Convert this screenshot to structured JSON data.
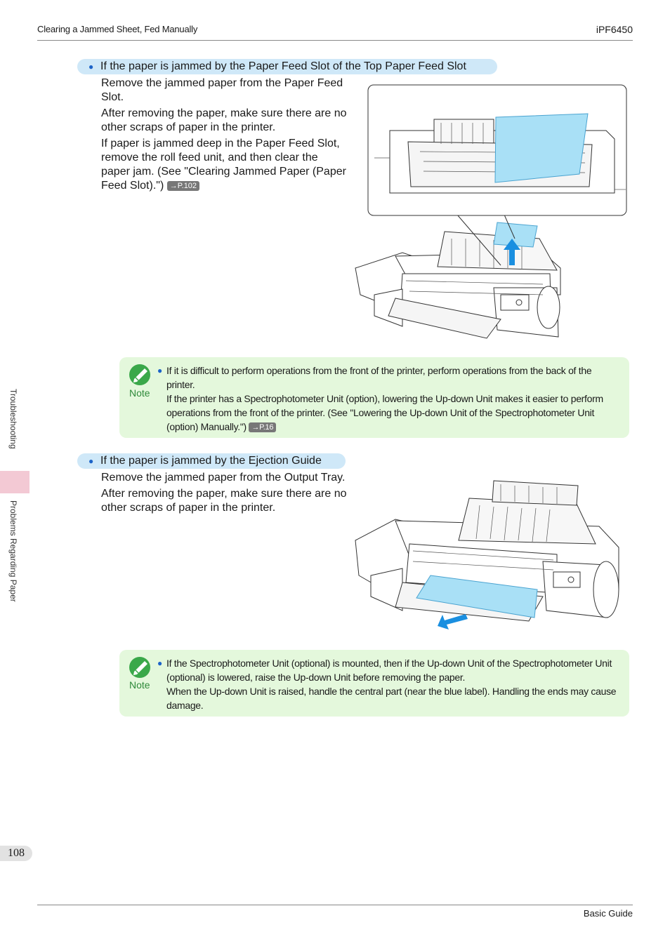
{
  "header": {
    "section_title": "Clearing a Jammed Sheet, Fed Manually",
    "model": "iPF6450"
  },
  "sidebar": {
    "chapter": "Troubleshooting",
    "section": "Problems Regarding Paper"
  },
  "section1": {
    "heading": "If the paper is jammed by the Paper Feed Slot of the Top Paper Feed Slot",
    "para1": "Remove the jammed paper from the Paper Feed Slot.",
    "para2": "After removing the paper, make sure there are no other scraps of paper in the printer.",
    "para3": "If paper is jammed deep in the Paper Feed Slot, remove the roll feed unit, and then clear the paper jam.  (See \"Clearing Jammed Paper (Paper Feed Slot).\")",
    "ref": "→P.102"
  },
  "note1": {
    "label": "Note",
    "line1": "If it is difficult to perform operations from the front of the printer, perform operations from the back of the printer.",
    "line2": "If the printer has a Spectrophotometer Unit (option), lowering the Up-down Unit makes it easier to perform operations from the front of the printer.  (See \"Lowering the Up-down Unit of the Spectrophotometer Unit (option) Manually.\")",
    "ref": "→P.16"
  },
  "section2": {
    "heading": "If the paper is jammed by the Ejection Guide",
    "para1": "Remove the jammed paper from the Output Tray.",
    "para2": "After removing the paper, make sure there are no other scraps of paper in the printer."
  },
  "note2": {
    "label": "Note",
    "line1": "If the Spectrophotometer Unit (optional) is mounted, then if the Up-down Unit of the Spectrophotometer Unit (optional) is lowered, raise the Up-down Unit before removing the paper.",
    "line2": "When the Up-down Unit is raised, handle the central part (near the blue label). Handling the ends may cause damage."
  },
  "footer": {
    "page_number": "108",
    "guide_name": "Basic Guide"
  },
  "colors": {
    "pill_bg": "#cfe8f8",
    "note_bg": "#e4f8dc",
    "bullet": "#1c63c8",
    "paper": "#a9e0f6",
    "arrow": "#1a8fe0"
  }
}
